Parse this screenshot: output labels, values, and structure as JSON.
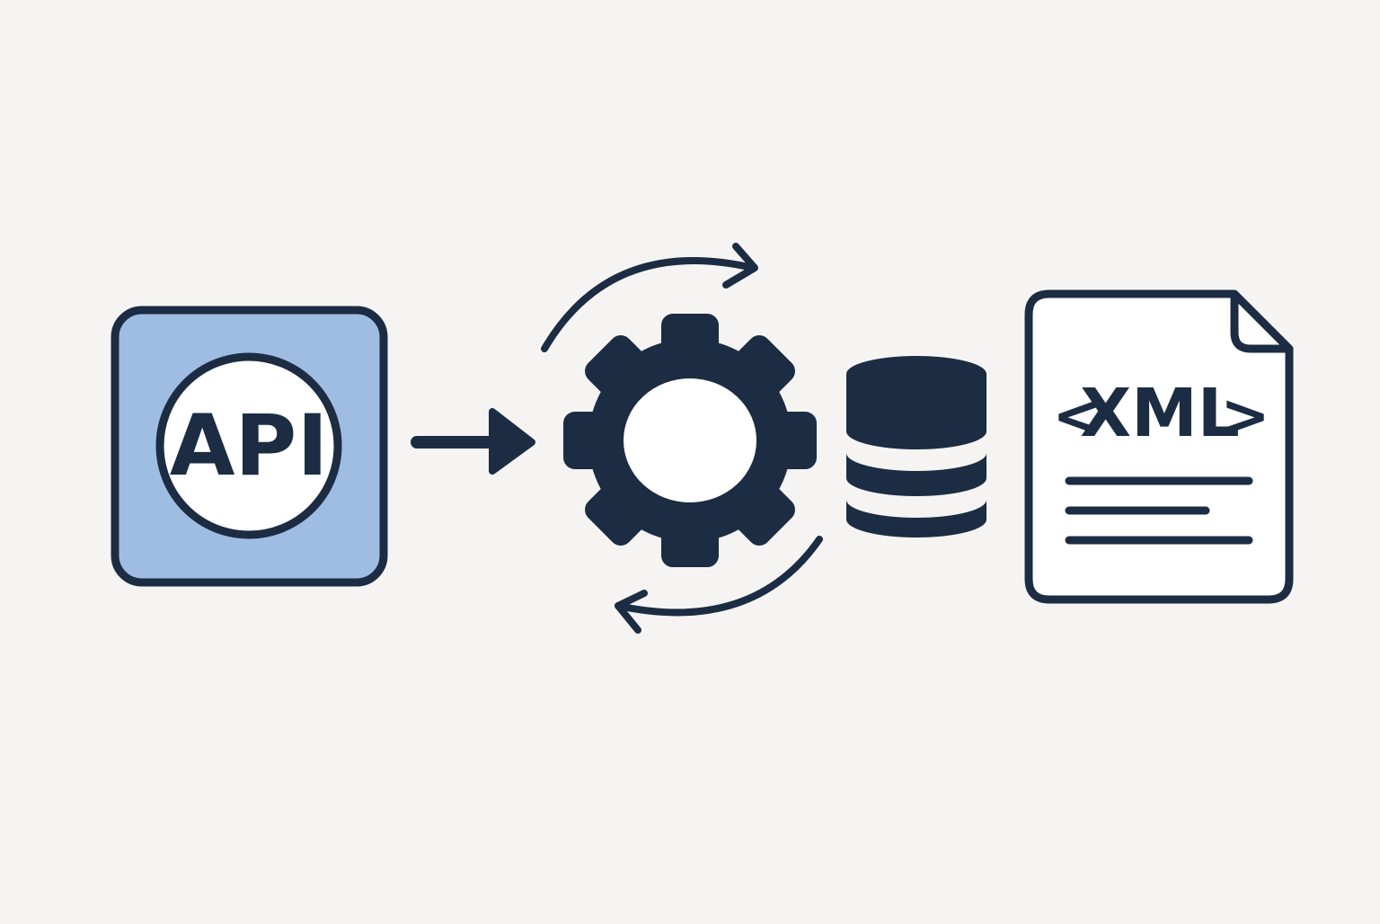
{
  "colors": {
    "background": "#f5f4f2",
    "ink": "#1c2c43",
    "api_fill": "#9fbde3",
    "white": "#ffffff"
  },
  "api": {
    "label": "API",
    "icon": "api-badge"
  },
  "processing": {
    "icon": "gear-icon",
    "cycle_icon": "sync-arrows-icon"
  },
  "storage": {
    "icon": "database-icon"
  },
  "output": {
    "label": "XML",
    "icon": "xml-document-icon",
    "open_bracket": "<",
    "close_bracket": ">"
  }
}
